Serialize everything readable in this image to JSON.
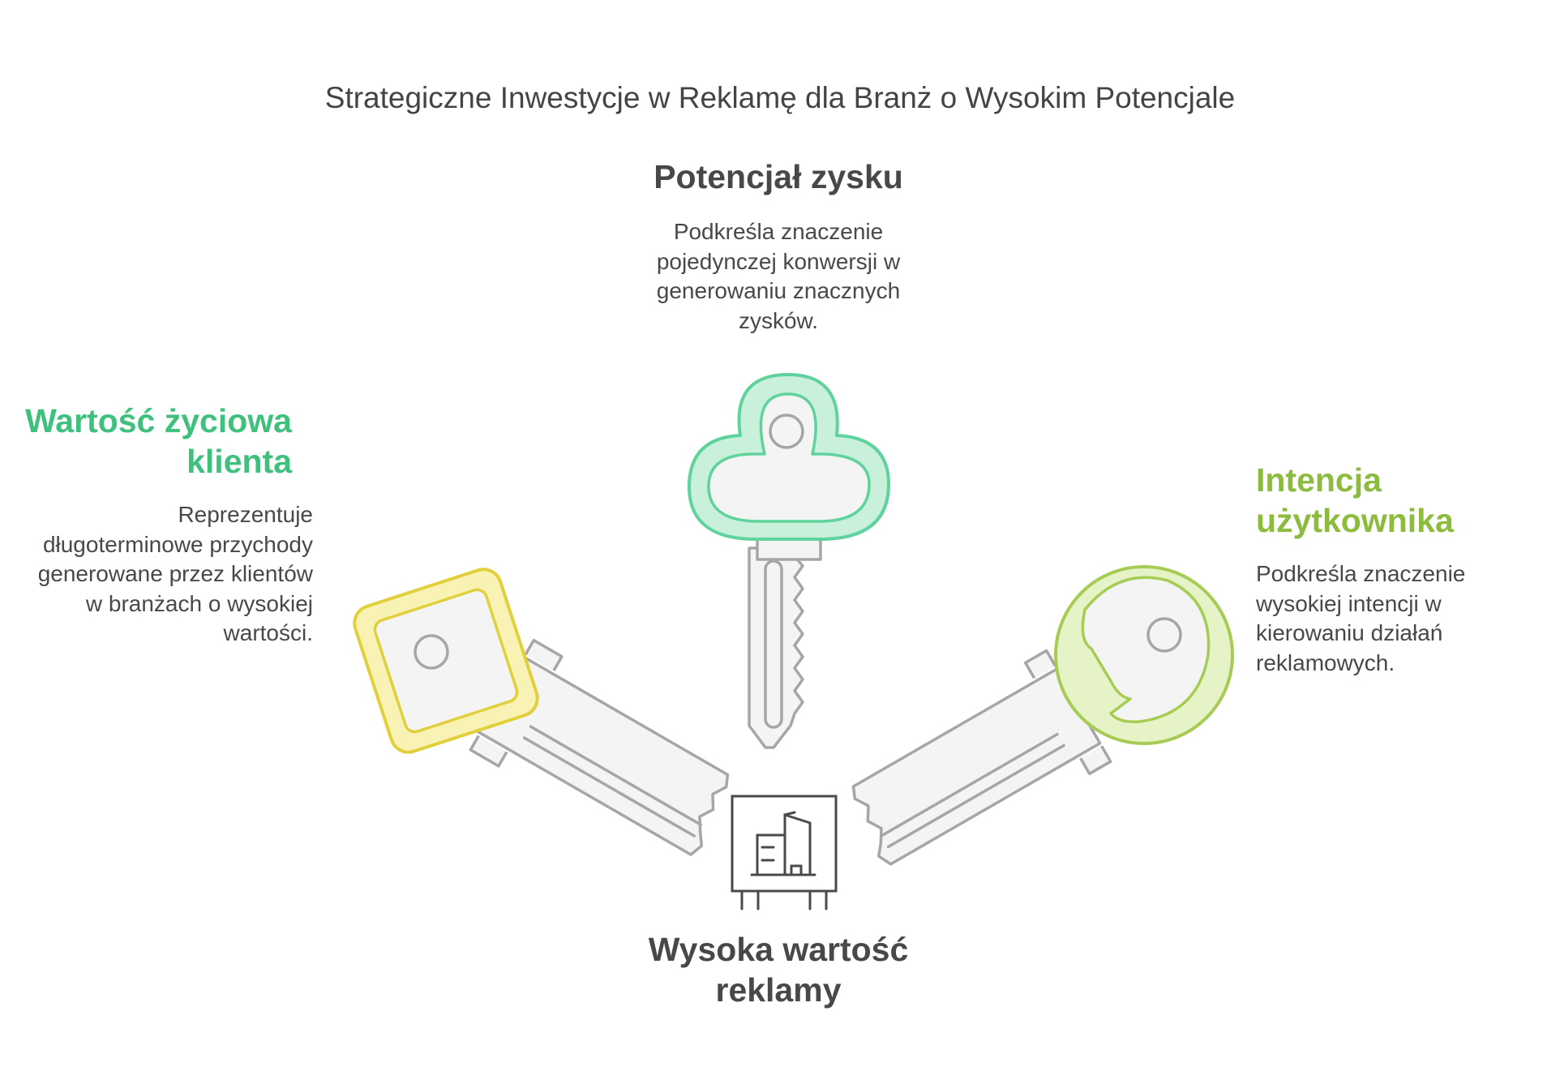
{
  "title": "Strategiczne Inwestycje w Reklamę dla Branż o Wysokim Potencjale",
  "items": {
    "top": {
      "heading": "Potencjał zysku",
      "description": "Podkreśla znaczenie pojedynczej konwersji w generowaniu znacznych zysków.",
      "color": "#5fd39b",
      "icon": "cloud-key-icon"
    },
    "left": {
      "heading": "Wartość życiowa klienta",
      "description": "Reprezentuje długoterminowe przychody generowane przez klientów w branżach o wysokiej wartości.",
      "color": "#e2cf3c",
      "icon": "square-key-icon"
    },
    "right": {
      "heading": "Intencja użytkownika",
      "description": "Podkreśla znaczenie wysokiej intencji w kierowaniu działań reklamowych.",
      "color": "#a6cc55",
      "icon": "round-key-icon"
    },
    "bottom": {
      "heading": "Wysoka wartość reklamy",
      "icon": "building-chip-icon"
    }
  }
}
